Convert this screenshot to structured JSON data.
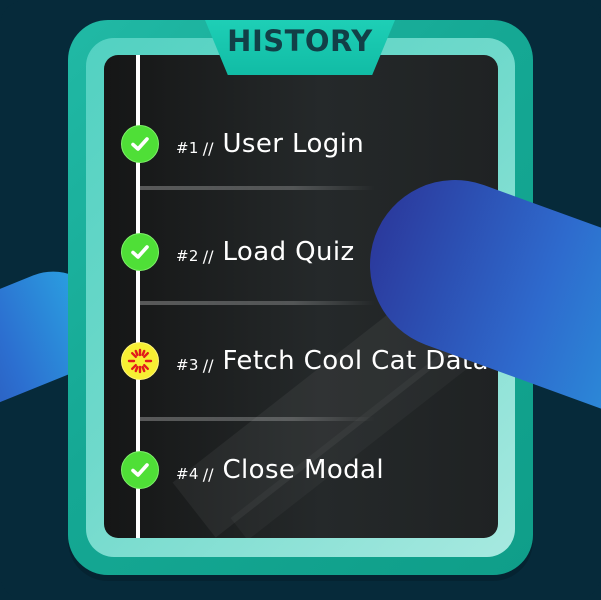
{
  "header": {
    "title": "HISTORY"
  },
  "steps": [
    {
      "number": "#1",
      "separator": "//",
      "label": "User Login",
      "status": "done",
      "status_icon": "check-icon"
    },
    {
      "number": "#2",
      "separator": "//",
      "label": "Load Quiz",
      "status": "done",
      "status_icon": "check-icon"
    },
    {
      "number": "#3",
      "separator": "//",
      "label": "Fetch Cool Cat Data",
      "status": "in-progress",
      "status_icon": "loading-spinner-icon"
    },
    {
      "number": "#4",
      "separator": "//",
      "label": "Close Modal",
      "status": "done",
      "status_icon": "check-icon"
    }
  ],
  "colors": {
    "background": "#062a3a",
    "frame": "#15a894",
    "frame_inner": "#6fd9cb",
    "screen": "#1f2223",
    "done": "#4fdf37",
    "in_progress": "#f7ef33",
    "spinner": "#e11b1b",
    "stripe_start": "#2a3d9e",
    "stripe_end": "#2aa7e3",
    "title_text": "#123f47"
  }
}
